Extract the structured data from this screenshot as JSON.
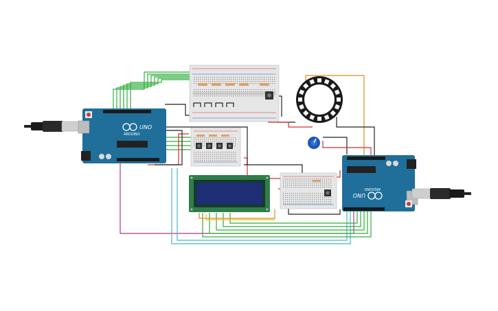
{
  "arduino_left": {
    "brand_label": "UNO",
    "sub_label": "ARDUINO"
  },
  "arduino_right": {
    "brand_label": "UNO",
    "sub_label": "ARDUINO"
  },
  "colors": {
    "arduino": "#1f6f9a",
    "breadboard": "#e6e6e6",
    "lcd_frame": "#2f7d4a",
    "lcd_screen": "#1f2f75",
    "wire_green": "#2eae3a",
    "wire_red": "#d62c2c",
    "wire_black": "#222222",
    "wire_magenta": "#b2348a",
    "wire_cyan": "#49b8c8",
    "wire_orange": "#e08a1e",
    "wire_yellow": "#d9c21d"
  },
  "components": [
    {
      "name": "usb-cable-left"
    },
    {
      "name": "arduino-left"
    },
    {
      "name": "breadboard-top"
    },
    {
      "name": "breadboard-middle"
    },
    {
      "name": "breadboard-right"
    },
    {
      "name": "neopixel-ring"
    },
    {
      "name": "potentiometer"
    },
    {
      "name": "lcd-16x2"
    },
    {
      "name": "arduino-right"
    },
    {
      "name": "usb-cable-right"
    }
  ]
}
